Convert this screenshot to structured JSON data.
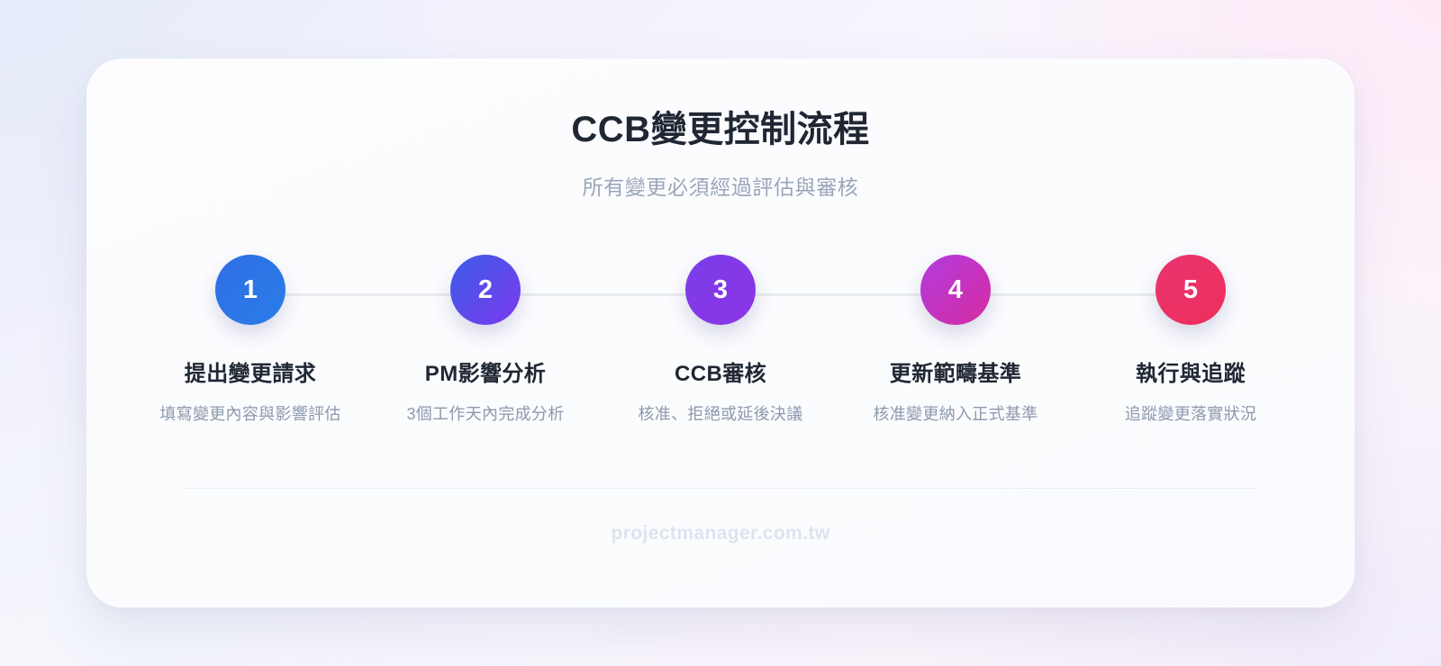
{
  "header": {
    "title": "CCB變更控制流程",
    "subtitle": "所有變更必須經過評估與審核"
  },
  "steps": [
    {
      "number": "1",
      "title": "提出變更請求",
      "desc": "填寫變更內容與影響評估",
      "color_from": "#2f6fe4",
      "color_to": "#2a7ce8"
    },
    {
      "number": "2",
      "title": "PM影響分析",
      "desc": "3個工作天內完成分析",
      "color_from": "#3b5ce8",
      "color_to": "#7c3aed"
    },
    {
      "number": "3",
      "title": "CCB審核",
      "desc": "核准、拒絕或延後決議",
      "color_from": "#7b3de8",
      "color_to": "#8b35e6"
    },
    {
      "number": "4",
      "title": "更新範疇基準",
      "desc": "核准變更納入正式基準",
      "color_from": "#b23ce0",
      "color_to": "#d62ba0"
    },
    {
      "number": "5",
      "title": "執行與追蹤",
      "desc": "追蹤變更落實狀況",
      "color_from": "#e8346f",
      "color_to": "#ef2f5c"
    }
  ],
  "footer": {
    "site": "projectmanager.com.tw"
  },
  "theme": {
    "title_color": "#1f2733",
    "subtitle_color": "#9aa6ba",
    "desc_color": "#8d99ad",
    "connector_color": "#e9ecf1",
    "divider_color": "#e7eaf0",
    "footer_color": "#dfe3ee",
    "card_bg": "#fdfdff"
  }
}
